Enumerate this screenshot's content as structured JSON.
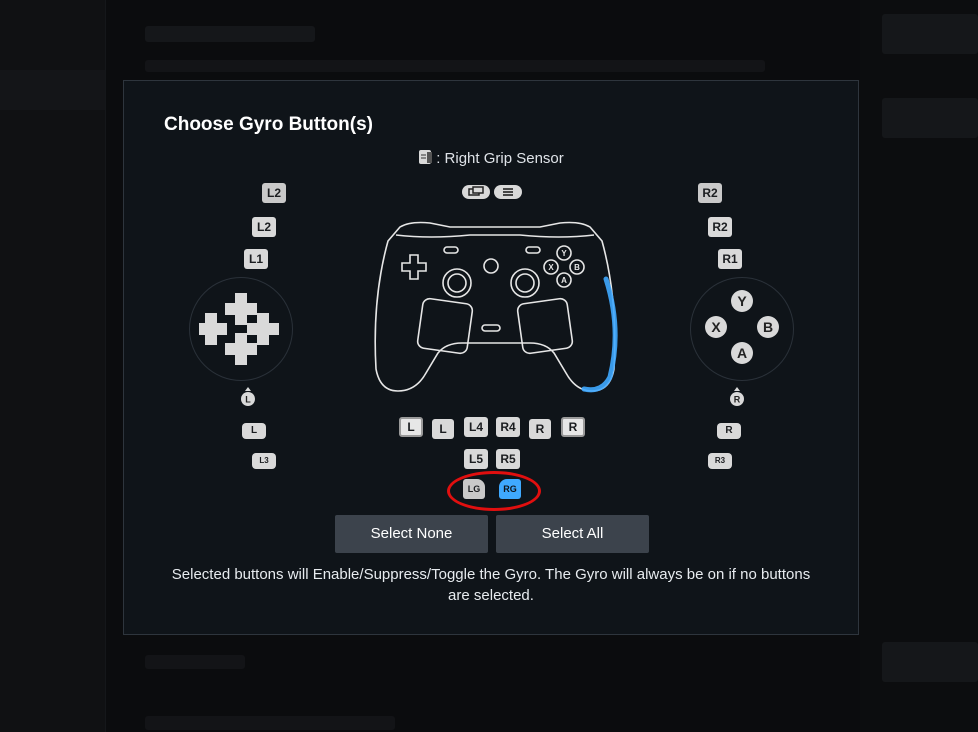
{
  "modal": {
    "title": "Choose Gyro Button(s)",
    "legend_text": ": Right Grip Sensor",
    "left_keys": {
      "l2_full": "L2",
      "l2": "L2",
      "l1": "L1",
      "l_stick": "L",
      "l3": "L3"
    },
    "right_keys": {
      "r2_full": "R2",
      "r2": "R2",
      "r1": "R1",
      "r_stick": "R",
      "r3": "R3"
    },
    "face_buttons": {
      "y": "Y",
      "x": "X",
      "b": "B",
      "a": "A"
    },
    "bottom_row": {
      "l_pad": "L",
      "l_click": "L",
      "l4": "L4",
      "r4": "R4",
      "r_click": "R",
      "r_pad": "R",
      "l5": "L5",
      "r5": "R5"
    },
    "grips": {
      "left": "LG",
      "right": "RG"
    },
    "select_none_label": "Select None",
    "select_all_label": "Select All",
    "note": "Selected buttons will Enable/Suppress/Toggle the Gyro. The Gyro will always be on if no buttons are selected."
  },
  "colors": {
    "selected": "#3fa9ff",
    "highlight": "#e10f0f",
    "button_bg": "#3c434c"
  },
  "icons": [
    "right-grip-sensor-icon",
    "view-button-icon",
    "menu-button-icon",
    "controller-icon",
    "dpad-icon",
    "left-stick-click-icon",
    "right-stick-click-icon"
  ]
}
